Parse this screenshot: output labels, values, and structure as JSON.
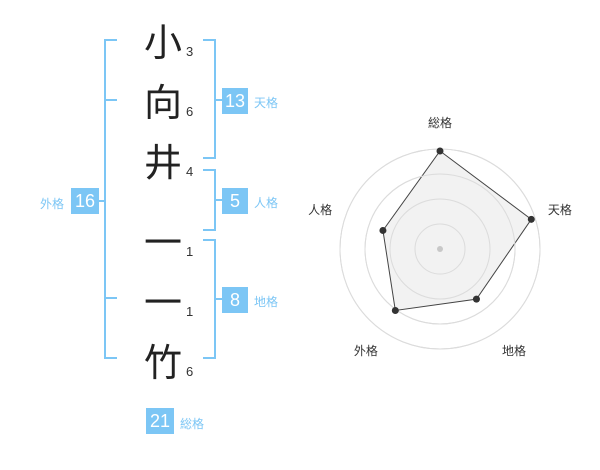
{
  "name": {
    "characters": [
      {
        "char": "小",
        "strokes": "3"
      },
      {
        "char": "向",
        "strokes": "6"
      },
      {
        "char": "井",
        "strokes": "4"
      },
      {
        "char": "一",
        "strokes": "1"
      },
      {
        "char": "一",
        "strokes": "1"
      },
      {
        "char": "竹",
        "strokes": "6"
      }
    ]
  },
  "fortunes": {
    "tenkaku": {
      "value": "13",
      "label": "天格"
    },
    "jinkaku": {
      "value": "5",
      "label": "人格"
    },
    "chikaku": {
      "value": "8",
      "label": "地格"
    },
    "gaikaku": {
      "value": "16",
      "label": "外格"
    },
    "soukaku": {
      "value": "21",
      "label": "総格"
    }
  },
  "colors": {
    "accent": "#7cc6f5",
    "text": "#333333",
    "radar_fill": "#f0f0f0"
  },
  "chart_data": {
    "type": "radar",
    "axes": [
      "総格",
      "天格",
      "地格",
      "外格",
      "人格"
    ],
    "values": [
      0.98,
      0.96,
      0.62,
      0.76,
      0.6
    ],
    "rings": 4,
    "max": 1
  }
}
